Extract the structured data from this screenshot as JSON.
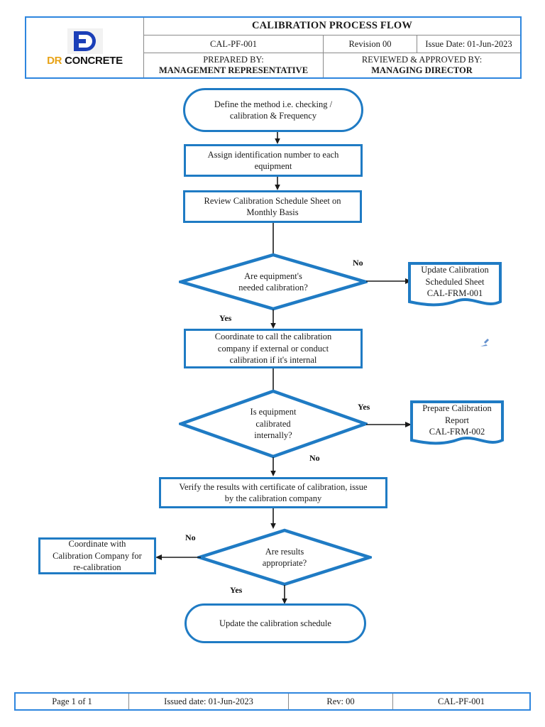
{
  "header": {
    "title": "CALIBRATION PROCESS FLOW",
    "doc_number": "CAL-PF-001",
    "revision": "Revision 00",
    "issue_date": "Issue Date: 01-Jun-2023",
    "prepared_by_label": "PREPARED BY:",
    "prepared_by_value": "MANAGEMENT REPRESENTATIVE",
    "approved_by_label": "REVIEWED & APPROVED BY:",
    "approved_by_value": "MANAGING DIRECTOR",
    "logo": {
      "text_primary": "DR",
      "text_secondary": "CONCRETE",
      "mark_color": "#1B3FB8",
      "primary_color": "#E8A317",
      "secondary_color": "#141414"
    }
  },
  "footer": {
    "page": "Page 1 of 1",
    "issued_date": "Issued date: 01-Jun-2023",
    "revision": "Rev: 00",
    "doc_number": "CAL-PF-001"
  },
  "theme": {
    "shape_border": "#1F7BC4",
    "table_border": "#2E86DE",
    "connector": "#1a1a1a",
    "text": "#1a1a1a"
  },
  "flow": {
    "nodes": [
      {
        "id": "start",
        "type": "terminator",
        "text": "Define the method i.e. checking / calibration & Frequency"
      },
      {
        "id": "assign",
        "type": "process",
        "text": "Assign identification number to each equipment"
      },
      {
        "id": "review",
        "type": "process",
        "text": "Review Calibration Schedule Sheet on Monthly Basis"
      },
      {
        "id": "d1",
        "type": "decision",
        "text": "Are equipment's needed calibration?"
      },
      {
        "id": "update_sheet",
        "type": "document",
        "text": "Update Calibration Scheduled Sheet CAL-FRM-001"
      },
      {
        "id": "coordinate",
        "type": "process",
        "text": "Coordinate to call the calibration company if external or conduct calibration if it's internal"
      },
      {
        "id": "d2",
        "type": "decision",
        "text": "Is equipment calibrated internally?"
      },
      {
        "id": "prep_report",
        "type": "document",
        "text": "Prepare Calibration Report CAL-FRM-002"
      },
      {
        "id": "verify",
        "type": "process",
        "text": "Verify the results with certificate of calibration, issue by the calibration company"
      },
      {
        "id": "d3",
        "type": "decision",
        "text": "Are results appropriate?"
      },
      {
        "id": "recal",
        "type": "process",
        "text": "Coordinate with Calibration Company for re-calibration"
      },
      {
        "id": "end",
        "type": "terminator",
        "text": "Update the calibration schedule"
      }
    ],
    "node_text": {
      "start": {
        "l1": "Define the method i.e. checking /",
        "l2": "calibration & Frequency"
      },
      "assign": {
        "l1": "Assign identification number to each",
        "l2": "equipment"
      },
      "review": {
        "l1": "Review Calibration Schedule Sheet on",
        "l2": "Monthly Basis"
      },
      "d1": {
        "l1": "Are equipment's",
        "l2": "needed calibration?"
      },
      "update_sheet": {
        "l1": "Update Calibration",
        "l2": "Scheduled Sheet",
        "l3": "CAL-FRM-001"
      },
      "coordinate": {
        "l1": "Coordinate to call the calibration",
        "l2": "company if external or conduct",
        "l3": "calibration if it's internal"
      },
      "d2": {
        "l1": "Is equipment",
        "l2": "calibrated",
        "l3": "internally?"
      },
      "prep_report": {
        "l1": "Prepare Calibration",
        "l2": "Report",
        "l3": "CAL-FRM-002"
      },
      "verify": {
        "l1": "Verify the results with certificate of calibration, issue",
        "l2": "by the calibration company"
      },
      "d3": {
        "l1": "Are results",
        "l2": "appropriate?"
      },
      "recal": {
        "l1": "Coordinate with",
        "l2": "Calibration Company for",
        "l3": "re-calibration"
      },
      "end": {
        "l1": "Update the calibration schedule"
      }
    },
    "edge_labels": {
      "d1_no": "No",
      "d1_yes": "Yes",
      "d2_yes": "Yes",
      "d2_no": "No",
      "d3_no": "No",
      "d3_yes": "Yes"
    }
  }
}
